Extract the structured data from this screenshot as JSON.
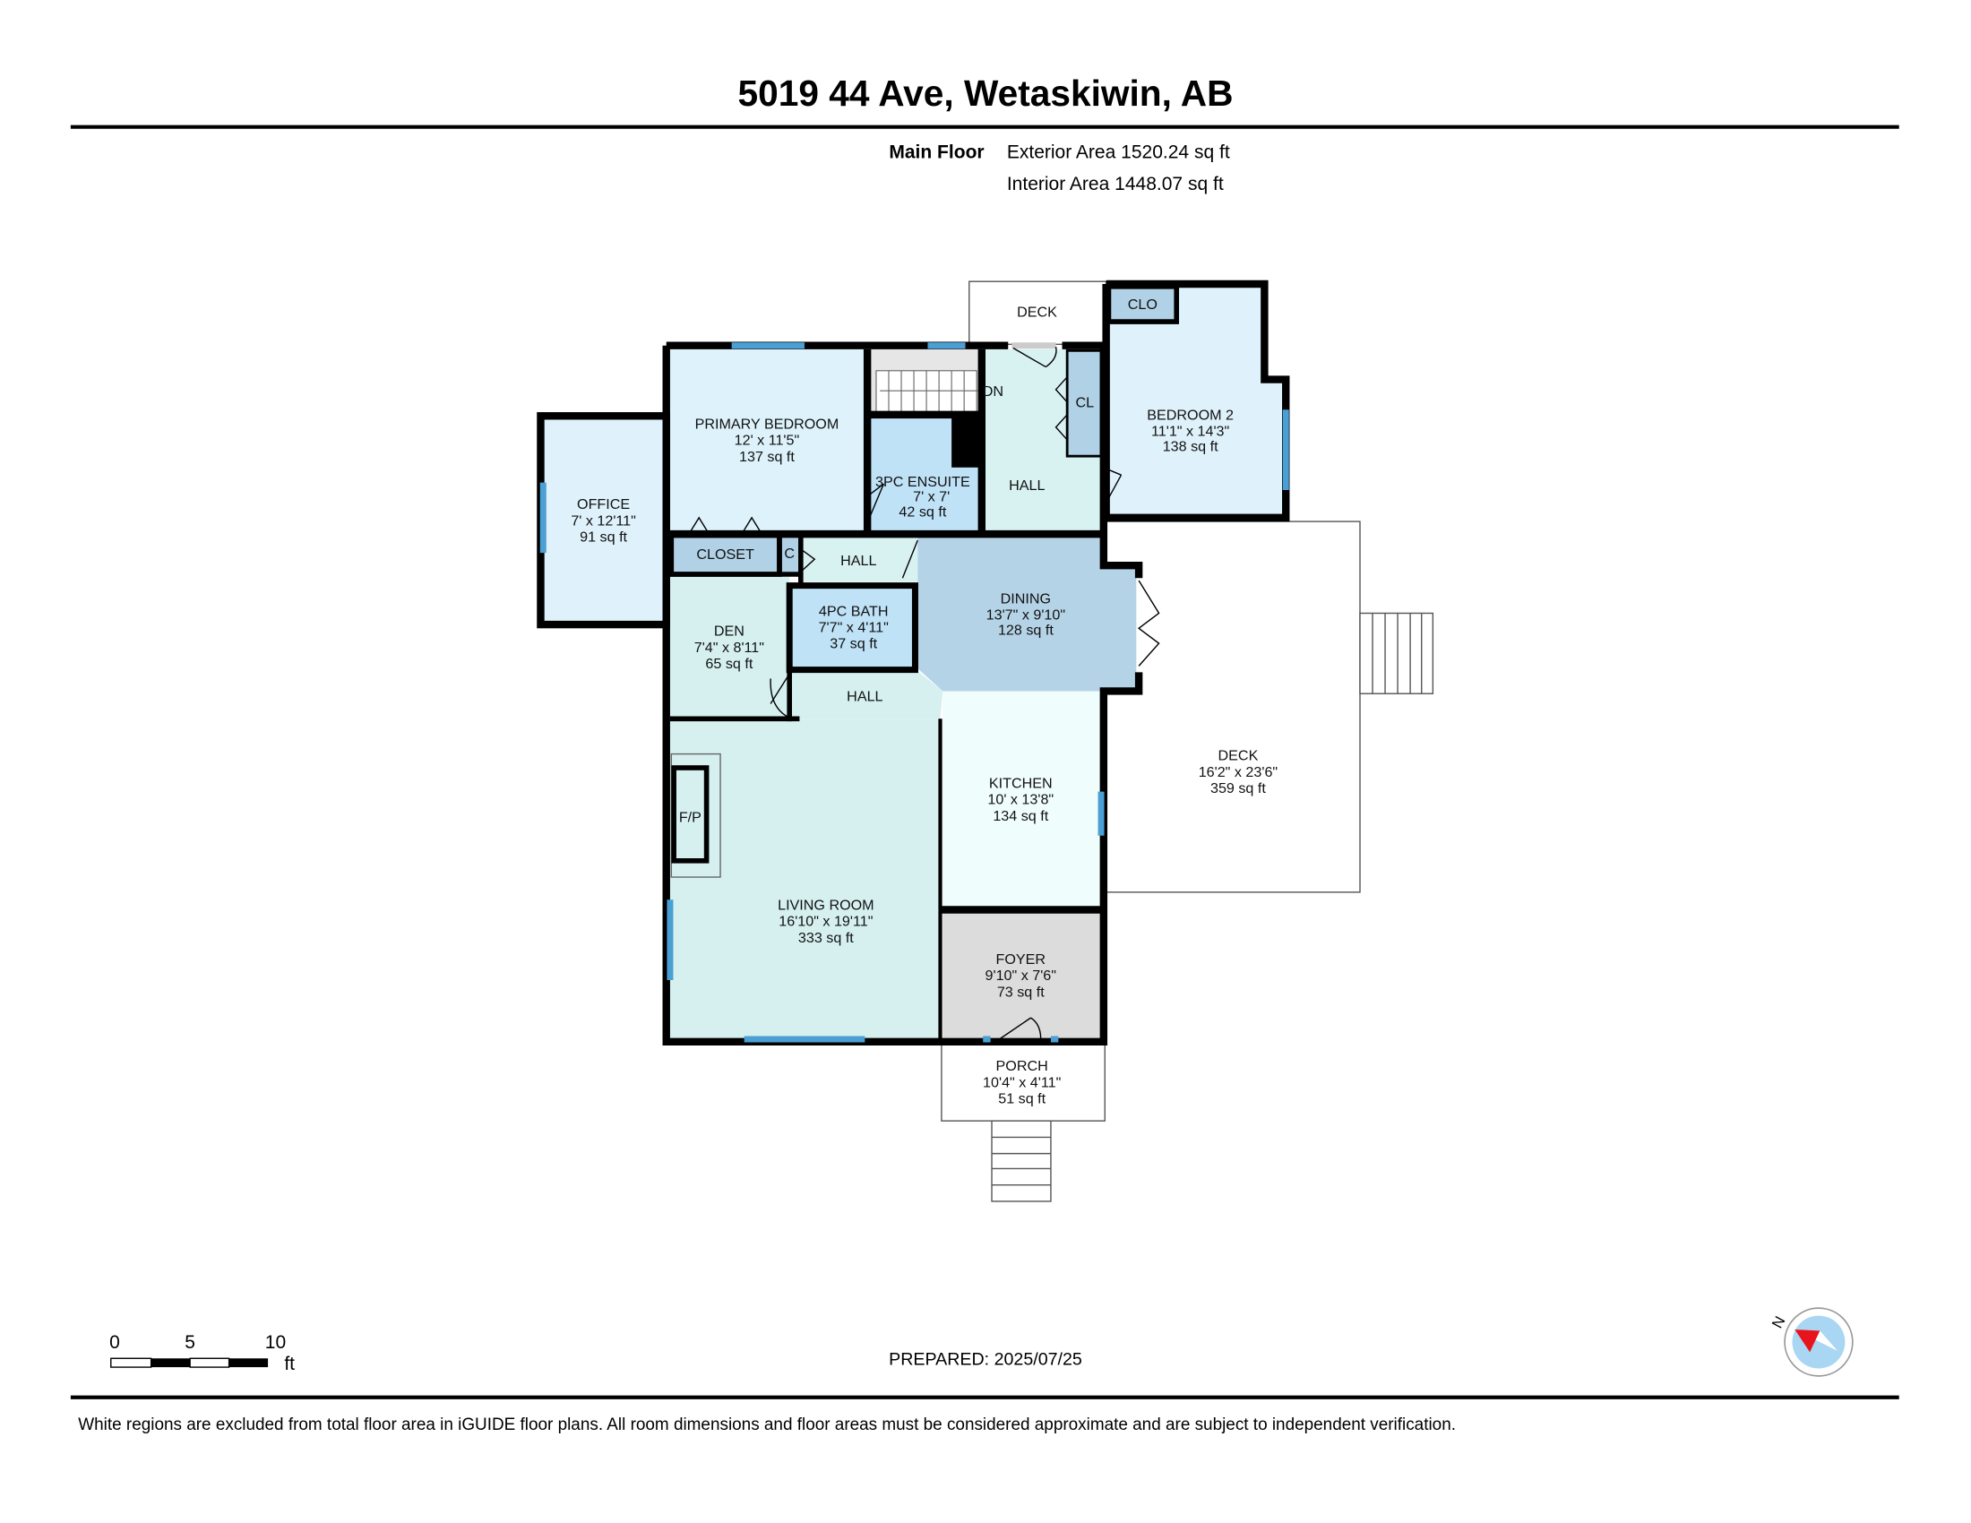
{
  "header": {
    "title": "5019 44 Ave, Wetaskiwin, AB",
    "floor": "Main Floor",
    "exterior_area": "Exterior Area 1520.24 sq ft",
    "interior_area": "Interior Area 1448.07 sq ft"
  },
  "rooms": {
    "office": {
      "name": "OFFICE",
      "dims": "7' x 12'11\"",
      "area": "91 sq ft"
    },
    "primary_bedroom": {
      "name": "PRIMARY BEDROOM",
      "dims": "12' x 11'5\"",
      "area": "137 sq ft"
    },
    "ensuite": {
      "name": "3PC ENSUITE",
      "dims": "7' x 7'",
      "area": "42 sq ft"
    },
    "stairs": {
      "name": "DN"
    },
    "hall_upper": {
      "name": "HALL"
    },
    "cl": {
      "name": "CL"
    },
    "deck_top": {
      "name": "DECK"
    },
    "clo": {
      "name": "CLO"
    },
    "bedroom2": {
      "name": "BEDROOM 2",
      "dims": "11'1\" x 14'3\"",
      "area": "138 sq ft"
    },
    "closet": {
      "name": "CLOSET"
    },
    "c": {
      "name": "C"
    },
    "hall_mid": {
      "name": "HALL"
    },
    "dining": {
      "name": "DINING",
      "dims": "13'7\" x 9'10\"",
      "area": "128 sq ft"
    },
    "bath4": {
      "name": "4PC BATH",
      "dims": "7'7\" x 4'11\"",
      "area": "37 sq ft"
    },
    "den": {
      "name": "DEN",
      "dims": "7'4\" x 8'11\"",
      "area": "65 sq ft"
    },
    "hall_lower": {
      "name": "HALL"
    },
    "fireplace": {
      "name": "F/P"
    },
    "living": {
      "name": "LIVING ROOM",
      "dims": "16'10\" x 19'11\"",
      "area": "333 sq ft"
    },
    "kitchen": {
      "name": "KITCHEN",
      "dims": "10' x 13'8\"",
      "area": "134 sq ft"
    },
    "deck": {
      "name": "DECK",
      "dims": "16'2\" x 23'6\"",
      "area": "359 sq ft"
    },
    "foyer": {
      "name": "FOYER",
      "dims": "9'10\" x 7'6\"",
      "area": "73 sq ft"
    },
    "porch": {
      "name": "PORCH",
      "dims": "10'4\" x 4'11\"",
      "area": "51 sq ft"
    }
  },
  "scale": {
    "t0": "0",
    "t5": "5",
    "t10": "10",
    "unit": "ft"
  },
  "prepared": "PREPARED: 2025/07/25",
  "compass": {
    "label": "N"
  },
  "disclaimer": "White regions are excluded from total floor area in iGUIDE floor plans. All room dimensions and floor areas must be considered approximate and are subject to independent verification.",
  "colors": {
    "window": "#4a9fd4",
    "north": "#e8141c",
    "compass": "#a9d6f2"
  }
}
